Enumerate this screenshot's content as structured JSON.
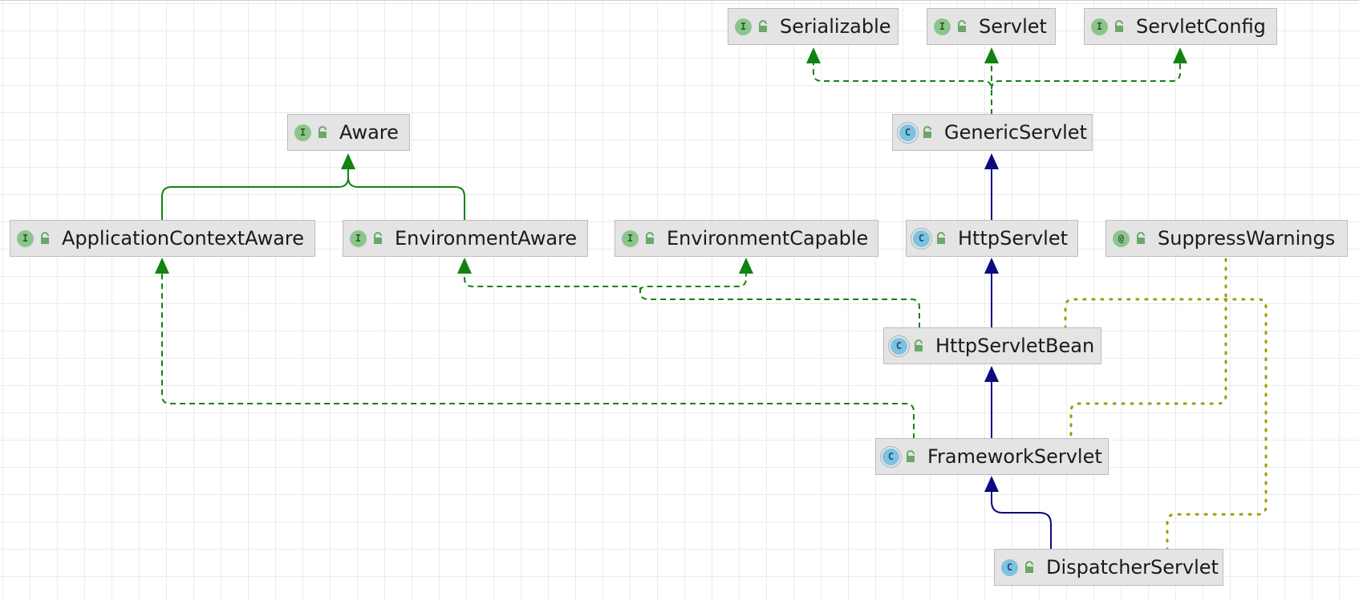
{
  "nodes": {
    "serializable": {
      "name": "Serializable",
      "kind": "I"
    },
    "servlet": {
      "name": "Servlet",
      "kind": "I"
    },
    "servletconfig": {
      "name": "ServletConfig",
      "kind": "I"
    },
    "aware": {
      "name": "Aware",
      "kind": "I"
    },
    "genericservlet": {
      "name": "GenericServlet",
      "kind": "C"
    },
    "applicationcontextaware": {
      "name": "ApplicationContextAware",
      "kind": "I"
    },
    "environmentaware": {
      "name": "EnvironmentAware",
      "kind": "I"
    },
    "environmentcapable": {
      "name": "EnvironmentCapable",
      "kind": "I"
    },
    "httpservlet": {
      "name": "HttpServlet",
      "kind": "C"
    },
    "suppresswarnings": {
      "name": "SuppressWarnings",
      "kind": "@"
    },
    "httpservletbean": {
      "name": "HttpServletBean",
      "kind": "C"
    },
    "frameworkservlet": {
      "name": "FrameworkServlet",
      "kind": "C"
    },
    "dispatcherservlet": {
      "name": "DispatcherServlet",
      "kind": "C"
    }
  },
  "colors": {
    "extends_edge": "#0a0a82",
    "implements_edge": "#128212",
    "annotation_edge": "#a09a00",
    "interface_icon": "#8bc58b",
    "class_icon": "#7dc2e3",
    "node_fill": "#e4e4e4",
    "node_border": "#bdbdbd"
  }
}
